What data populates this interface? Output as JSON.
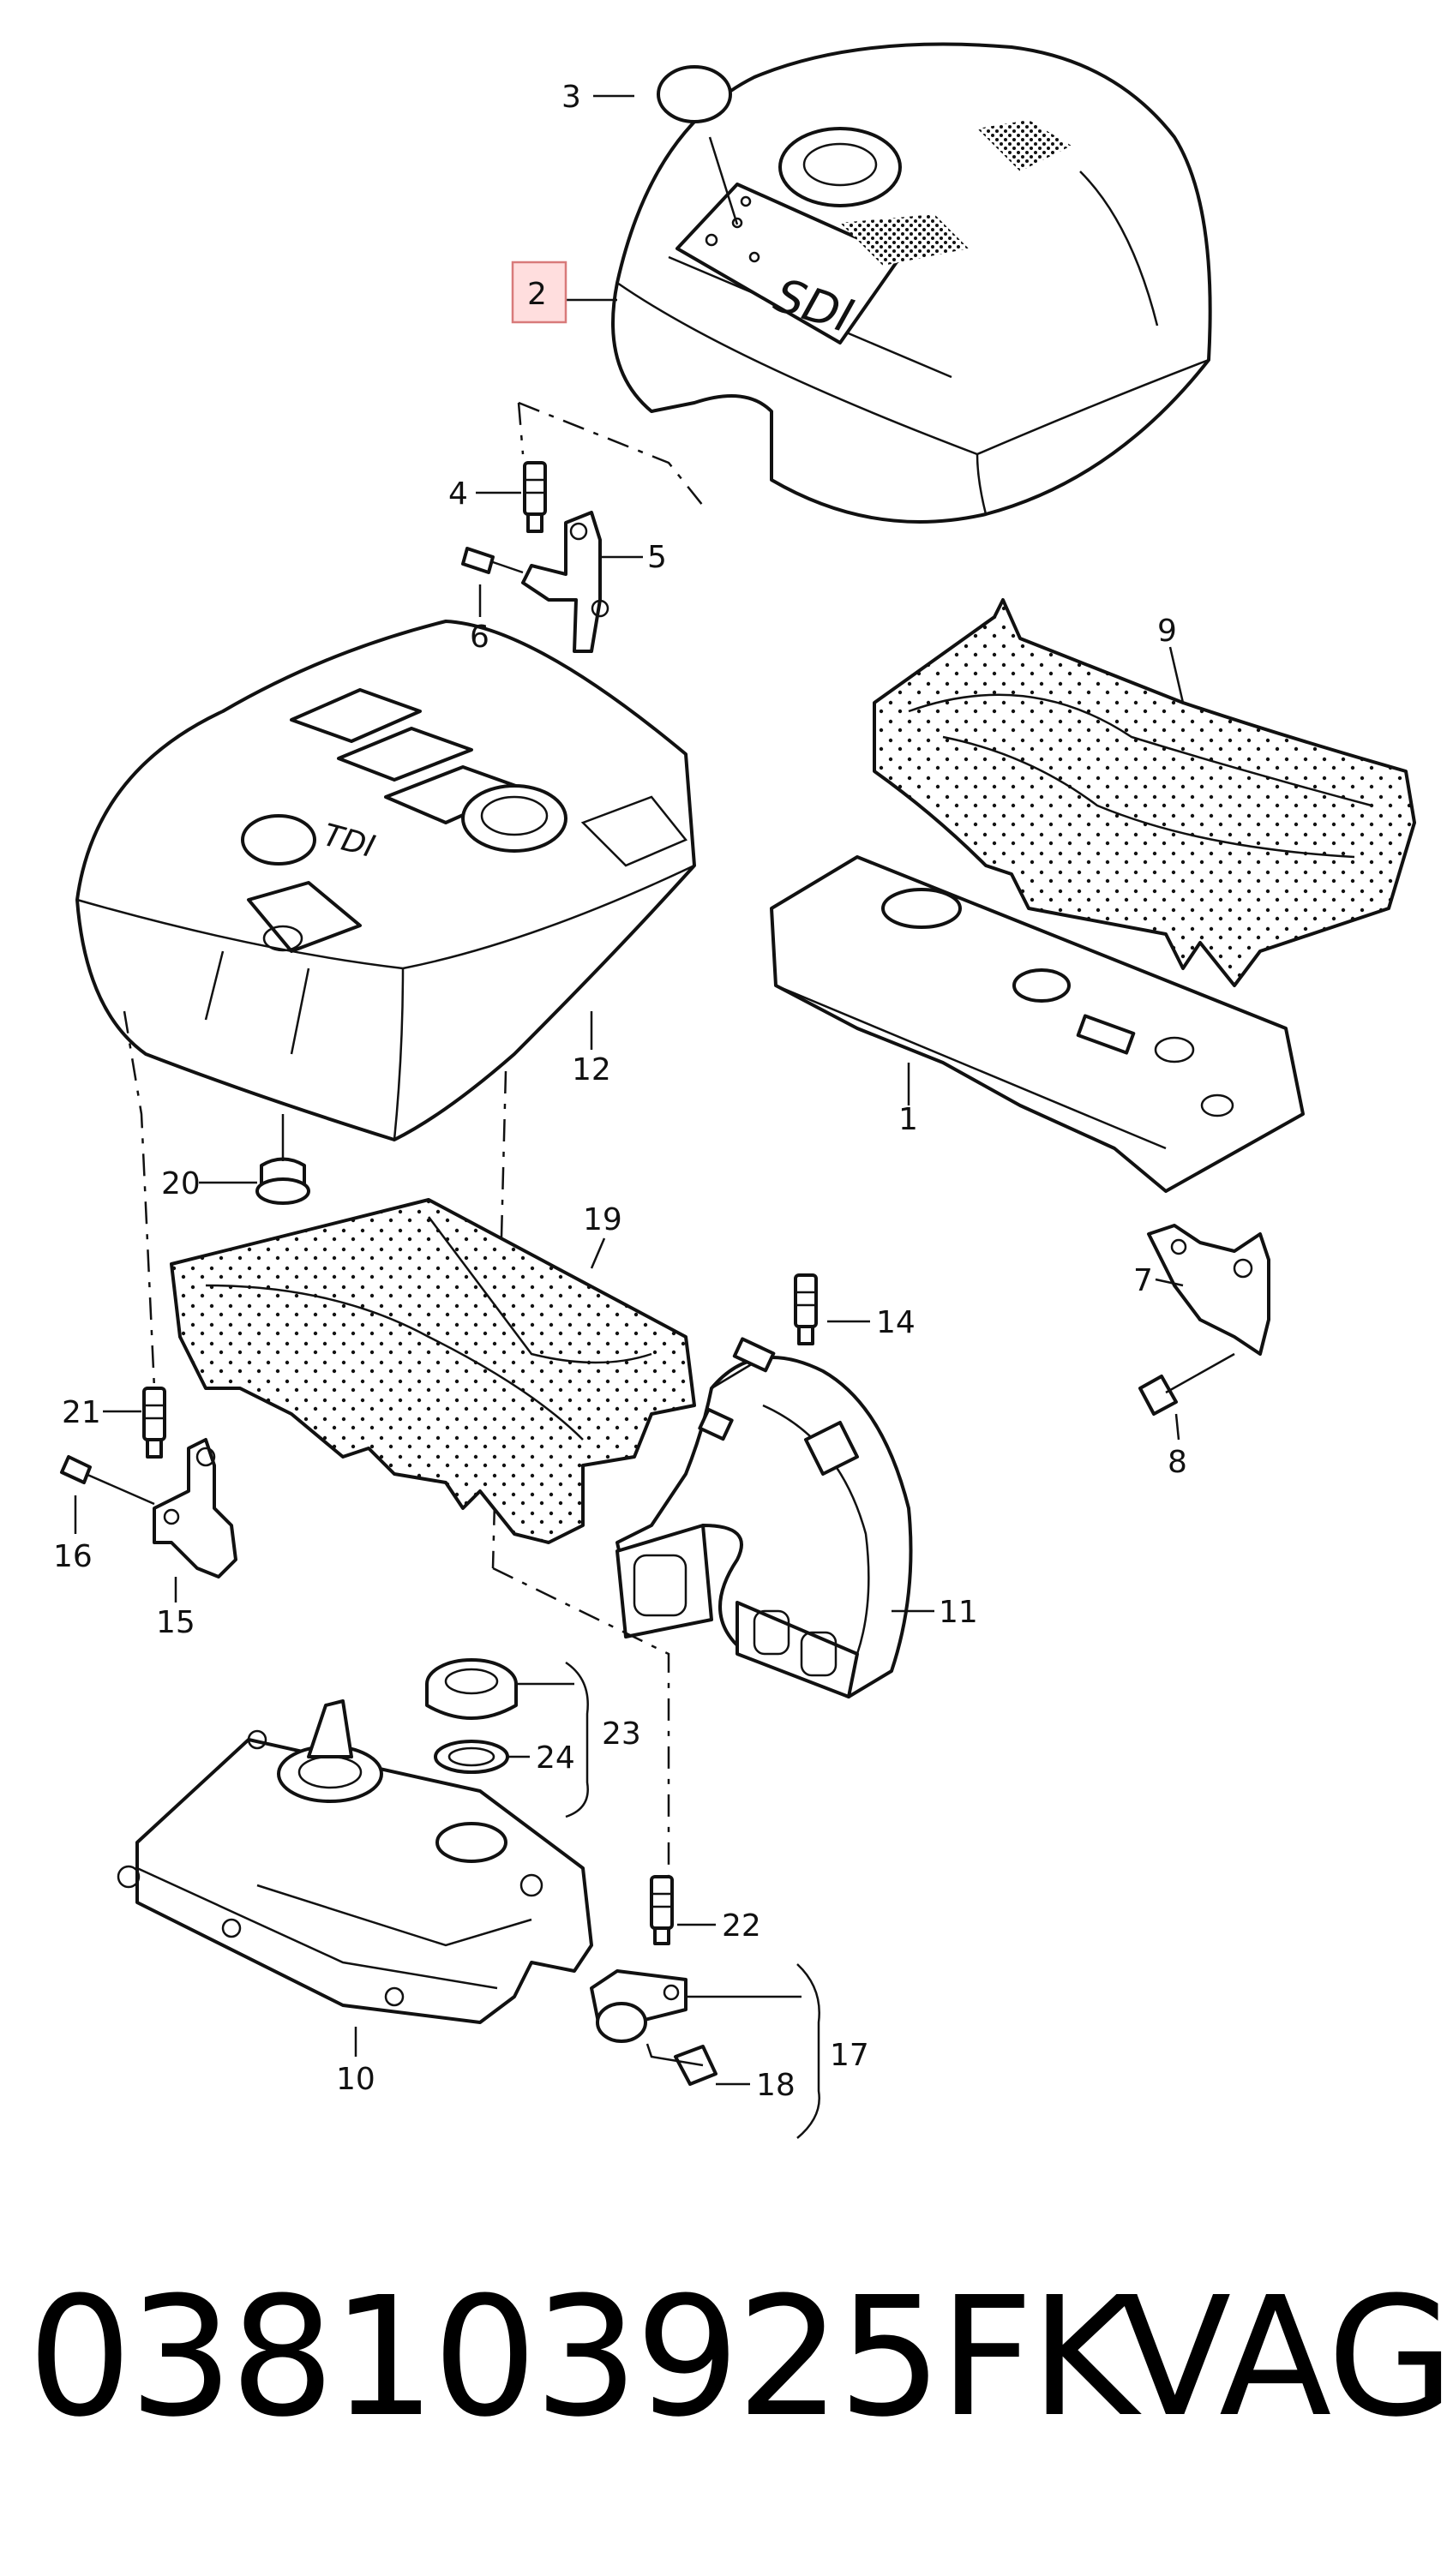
{
  "diagram": {
    "callouts": [
      "1",
      "2",
      "3",
      "4",
      "5",
      "6",
      "7",
      "8",
      "9",
      "10",
      "11",
      "12",
      "14",
      "15",
      "16",
      "17",
      "18",
      "19",
      "20",
      "21",
      "22",
      "23",
      "24"
    ],
    "highlighted_callout": "2",
    "cover_badges": {
      "upper_cover": "SDI",
      "lower_cover": "TDI"
    }
  },
  "caption": {
    "part_number": "038103925FK",
    "brand": "VAG"
  },
  "colors": {
    "highlight_fill": "#ffdede",
    "highlight_border": "#d87a7a",
    "line": "#111111"
  }
}
